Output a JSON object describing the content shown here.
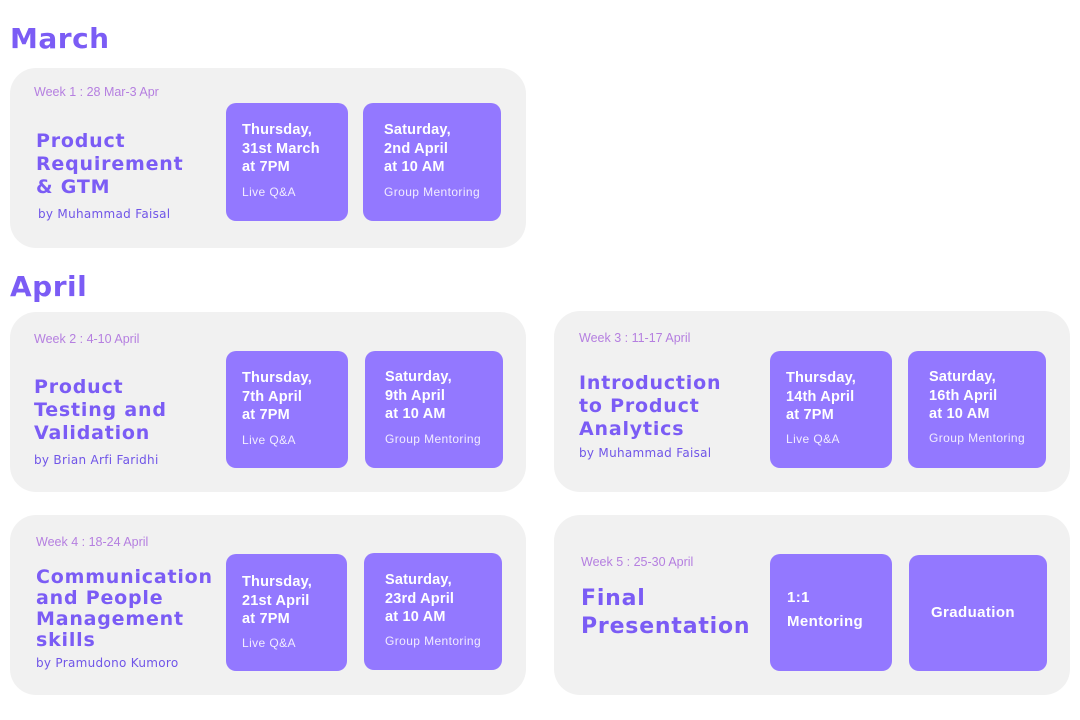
{
  "months": [
    {
      "name": "March"
    },
    {
      "name": "April"
    }
  ],
  "weeks": [
    {
      "label": "Week 1 : 28 Mar-3 Apr",
      "title": "Product Requirement & GTM",
      "title_lines": "Product\nRequirement\n& GTM",
      "speaker": "by Muhammad Faisal",
      "events": [
        {
          "date": "Thursday,\n31st March\nat 7PM",
          "type": "Live Q&A"
        },
        {
          "date": "Saturday,\n2nd April\nat 10 AM",
          "type": "Group Mentoring"
        }
      ]
    },
    {
      "label": "Week 2 : 4-10 April",
      "title": "Product Testing and Validation",
      "title_lines": "Product\nTesting and\nValidation",
      "speaker": "by Brian Arfi Faridhi",
      "events": [
        {
          "date": "Thursday,\n7th April\nat 7PM",
          "type": "Live Q&A"
        },
        {
          "date": "Saturday,\n9th April\nat 10 AM",
          "type": "Group Mentoring"
        }
      ]
    },
    {
      "label": "Week 3 : 11-17 April",
      "title": "Introduction to Product Analytics",
      "title_lines": "Introduction\nto Product\nAnalytics",
      "speaker": "by Muhammad Faisal",
      "events": [
        {
          "date": "Thursday,\n14th April\nat 7PM",
          "type": "Live Q&A"
        },
        {
          "date": "Saturday,\n16th April\nat 10 AM",
          "type": "Group Mentoring"
        }
      ]
    },
    {
      "label": "Week 4 : 18-24 April",
      "title": "Communication and People Management skills",
      "title_lines": "Communication\nand People\nManagement\nskills",
      "speaker": "by Pramudono Kumoro",
      "events": [
        {
          "date": "Thursday,\n21st April\nat 7PM",
          "type": "Live Q&A"
        },
        {
          "date": "Saturday,\n23rd April\nat 10 AM",
          "type": "Group Mentoring"
        }
      ]
    },
    {
      "label": "Week 5 : 25-30 April",
      "title": "Final Presentation",
      "title_lines": "Final\nPresentation",
      "events": [
        {
          "label": "1:1\nMentoring"
        },
        {
          "label": "Graduation"
        }
      ]
    }
  ],
  "colors": {
    "accent": "#7b5cf5",
    "event_box": "#9378ff",
    "card_bg": "#f1f1f1",
    "week_label": "#b57fe0"
  }
}
